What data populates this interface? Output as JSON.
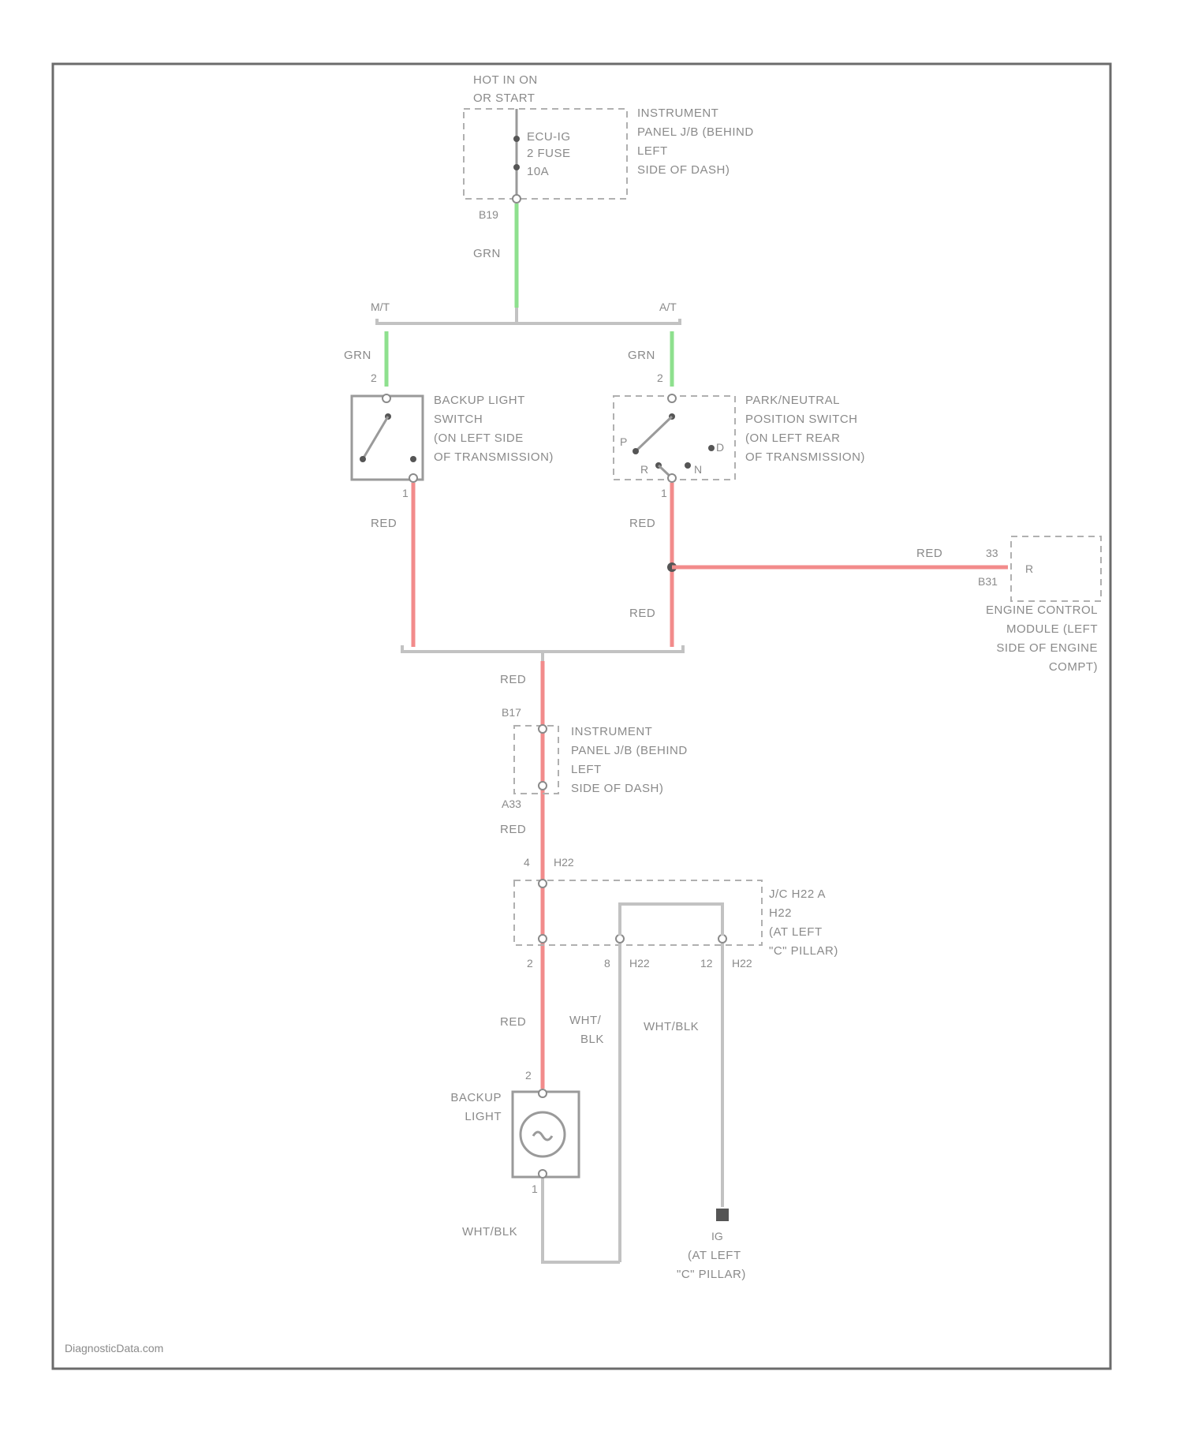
{
  "power": {
    "line1": "HOT IN ON",
    "line2": "OR START"
  },
  "fuse": {
    "l1": "ECU-IG",
    "l2": "2 FUSE",
    "l3": "10A"
  },
  "ipjb_top": {
    "l1": "INSTRUMENT",
    "l2": "PANEL J/B (BEHIND",
    "l3": "LEFT",
    "l4": "SIDE OF DASH)"
  },
  "pin_b19": "B19",
  "wire_grn": "GRN",
  "split": {
    "mt": "M/T",
    "at": "A/T"
  },
  "pin_2": "2",
  "pin_1": "1",
  "backup_switch": {
    "l1": "BACKUP LIGHT",
    "l2": "SWITCH",
    "l3": "(ON LEFT SIDE",
    "l4": "OF TRANSMISSION)"
  },
  "pnp_switch": {
    "l1": "PARK/NEUTRAL",
    "l2": "POSITION SWITCH",
    "l3": "(ON LEFT REAR",
    "l4": "OF TRANSMISSION)",
    "p": "P",
    "r": "R",
    "n": "N",
    "d": "D"
  },
  "wire_red": "RED",
  "ecm": {
    "pin_a": "33",
    "pin_b": "B31",
    "r": "R",
    "l1": "ENGINE CONTROL",
    "l2": "MODULE (LEFT",
    "l3": "SIDE OF ENGINE",
    "l4": "COMPT)"
  },
  "pin_b17": "B17",
  "ipjb_mid": {
    "l1": "INSTRUMENT",
    "l2": "PANEL J/B (BEHIND",
    "l3": "LEFT",
    "l4": "SIDE OF DASH)"
  },
  "pin_a33": "A33",
  "conn_h22": {
    "pin": "4",
    "name": "H22",
    "l1": "J/C H22 A",
    "l2": "H22",
    "l3": "(AT LEFT",
    "l4": "\"C\" PILLAR)"
  },
  "conn_pins": {
    "a": "2",
    "b": "8",
    "b_name": "H22",
    "c": "12",
    "c_name": "H22"
  },
  "wire_wht_blk_a": {
    "l1": "WHT/",
    "l2": "BLK"
  },
  "wire_wht_blk_b": "WHT/BLK",
  "wire_wht_blk_c": "WHT/BLK",
  "backup_light": {
    "l1": "BACKUP",
    "l2": "LIGHT"
  },
  "ground": {
    "name": "IG",
    "l1": "(AT LEFT",
    "l2": "\"C\" PILLAR)"
  },
  "watermark": "DiagnosticData.com",
  "colors": {
    "grn": "#8ee08e",
    "red": "#f28b8b",
    "wht_blk": "#c2c2c2"
  }
}
